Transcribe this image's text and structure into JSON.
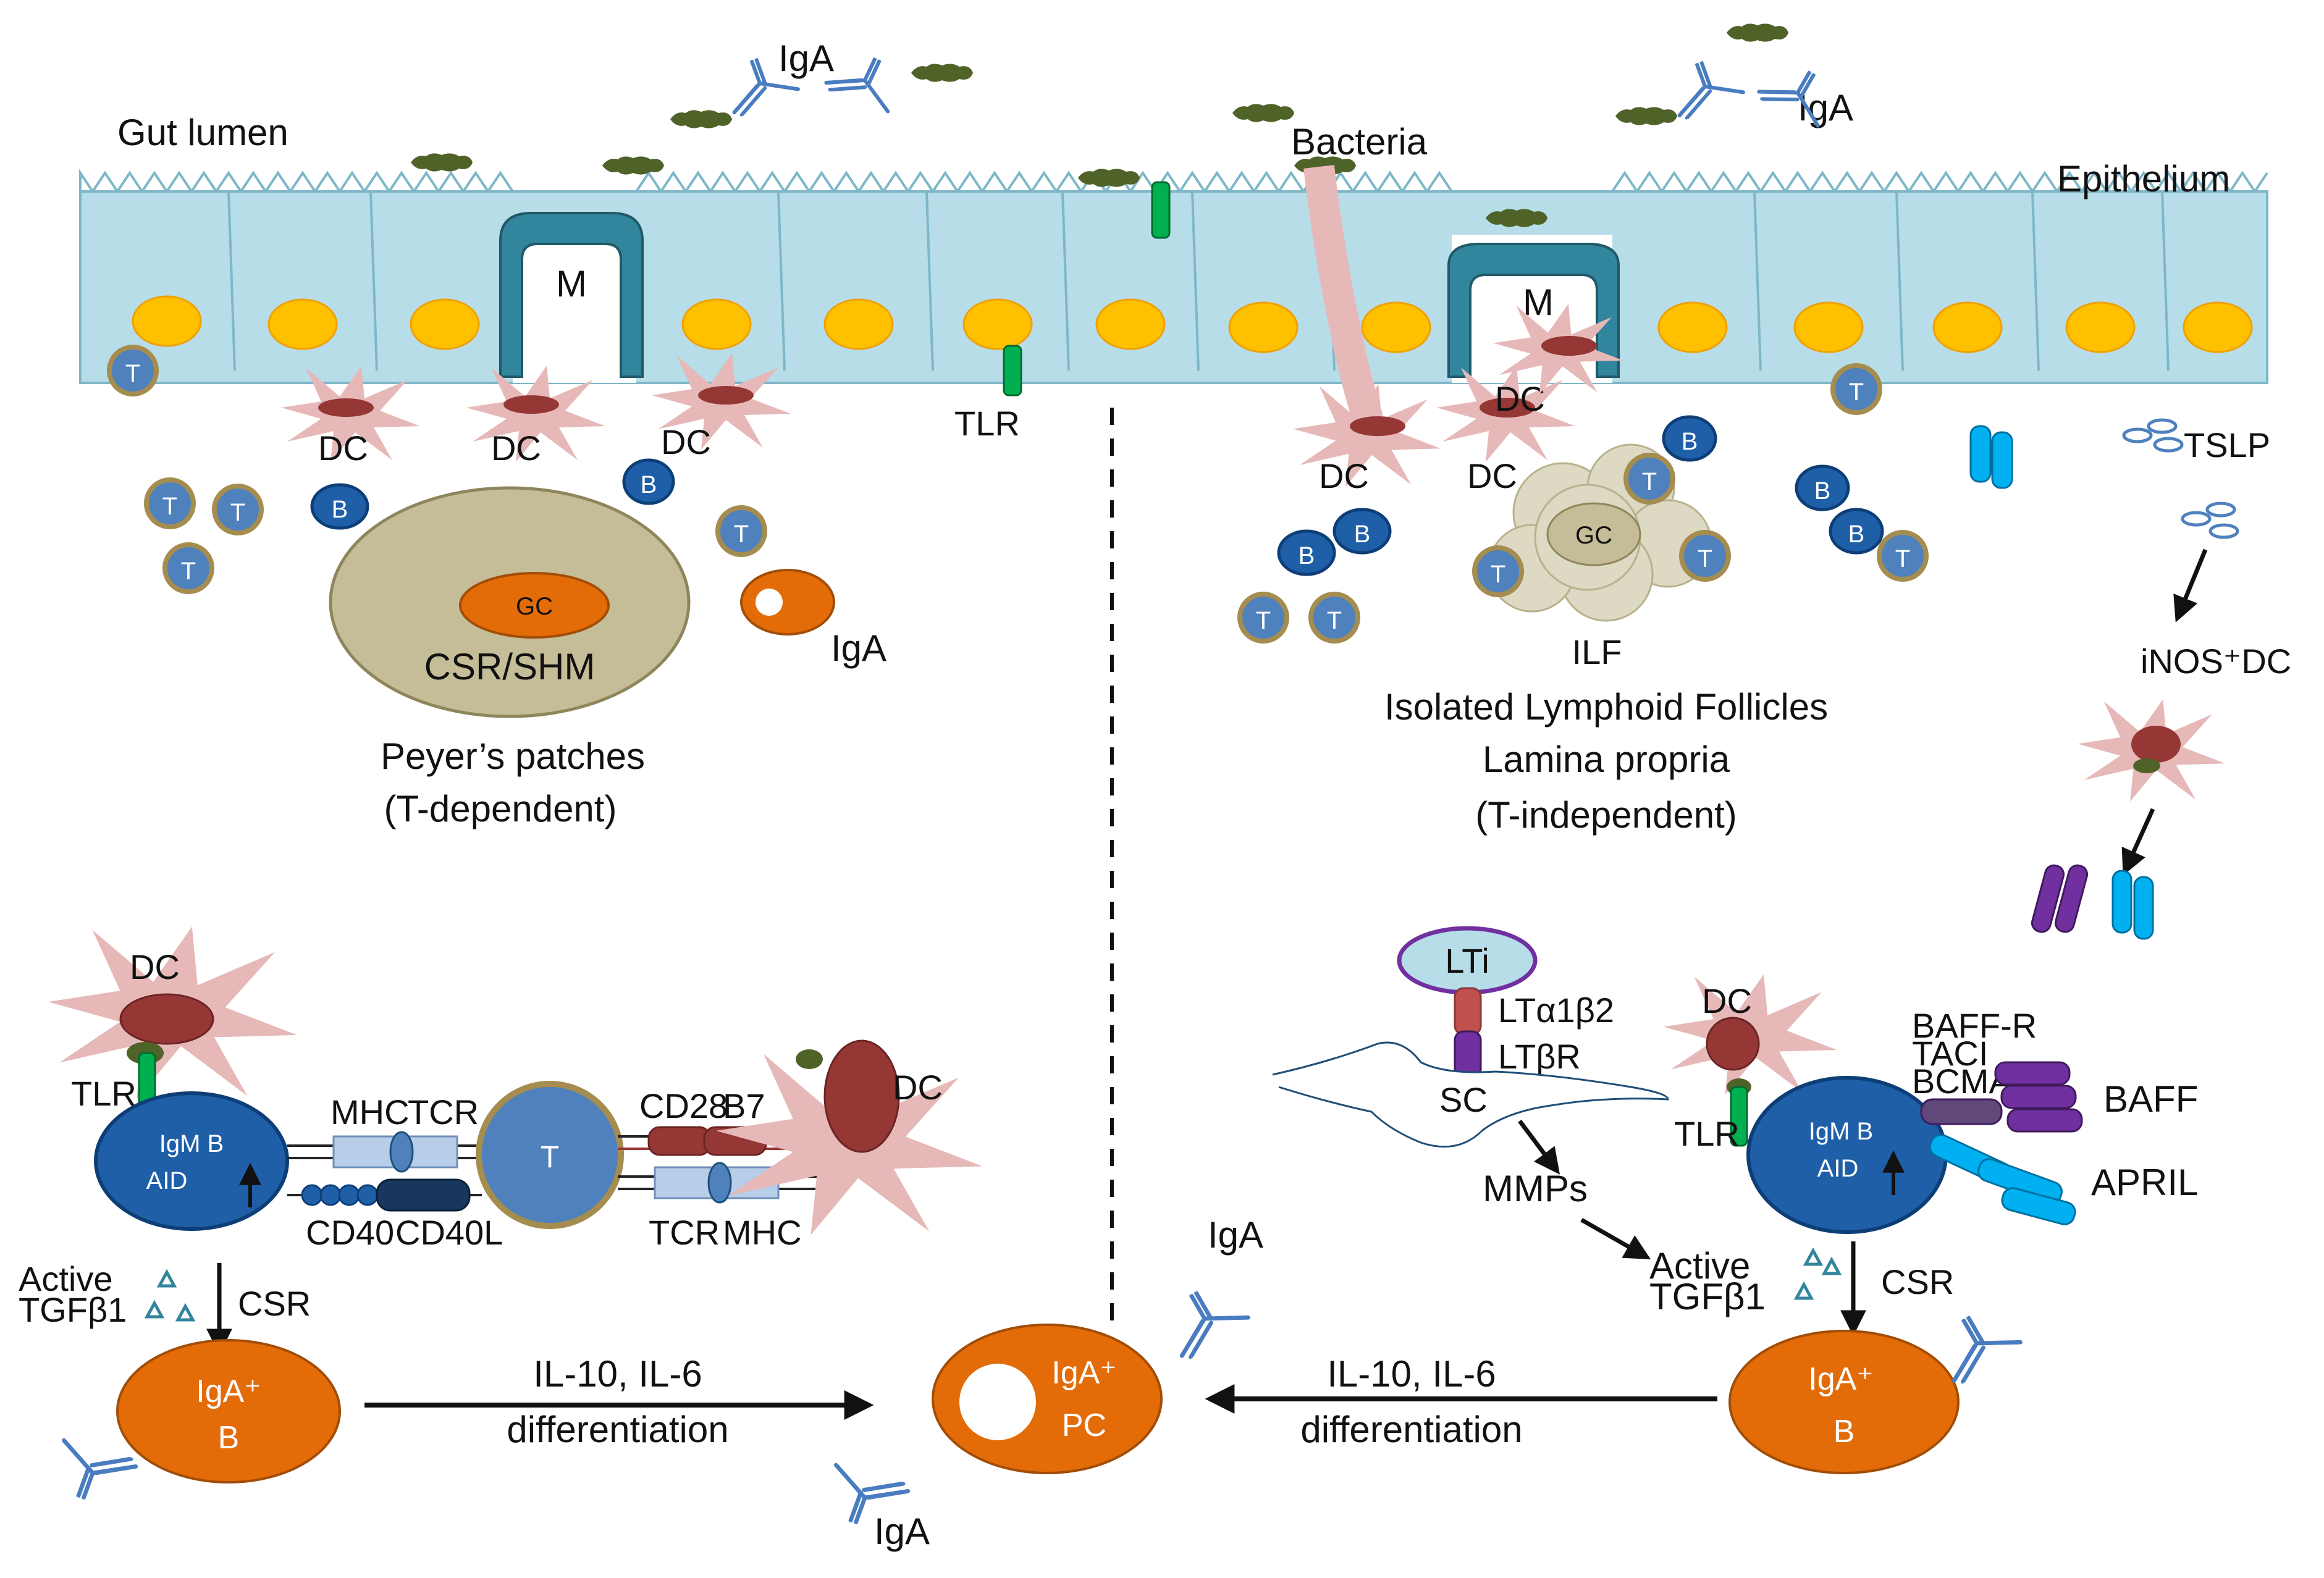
{
  "labels": {
    "gut_lumen": "Gut lumen",
    "bacteria": "Bacteria",
    "epithelium": "Epithelium",
    "iga": "IgA",
    "m_cell": "M",
    "t": "T",
    "b": "B",
    "dc": "DC",
    "tlr": "TLR",
    "gc": "GC",
    "csr_shm": "CSR/SHM",
    "peyers_patches": "Peyer’s patches",
    "t_dependent": "(T-dependent)",
    "ilf": "ILF",
    "isolated_lymphoid_follicles": "Isolated Lymphoid Follicles",
    "lamina_propria": "Lamina propria",
    "t_independent": "(T-independent)",
    "tslp": "TSLP",
    "inos_dc": "iNOS⁺DC",
    "lti": "LTi",
    "lta1b2": "LTα1β2",
    "ltbr": "LTβR",
    "sc": "SC",
    "mmps": "MMPs",
    "baff_r": "BAFF-R",
    "taci": "TACI",
    "bcma": "BCMA",
    "baff": "BAFF",
    "april": "APRIL",
    "igm_b": "IgM B",
    "aid": "AID",
    "mhc": "MHC",
    "tcr": "TCR",
    "cd28": "CD28",
    "b7": "B7",
    "cd40": "CD40",
    "cd40l": "CD40L",
    "active": "Active",
    "tgfb1": "TGFβ1",
    "csr": "CSR",
    "iga_plus": "IgA⁺",
    "pc": "PC",
    "il10_il6": "IL-10, IL-6",
    "differentiation": "differentiation"
  },
  "colors": {
    "epithelium": "#b7dde8",
    "epithelium_border": "#7fb7c9",
    "nucleus": "#ffc000",
    "m_cell": "#31859c",
    "dc": "#e6b9b8",
    "dc_nucleus": "#953735",
    "t_cell": "#4f81bd",
    "t_ring": "#a58c4f",
    "b_cell": "#1f5fa8",
    "plasma": "#e36c09",
    "peyers": "#c4bd97",
    "iga_ab": "#4a7cc0",
    "bacteria": "#4f6228",
    "baff": "#7030a0",
    "april": "#00b0f0"
  }
}
